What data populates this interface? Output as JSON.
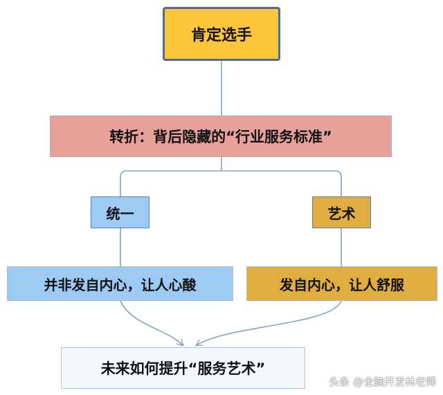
{
  "nodes": {
    "top": "肯定选手",
    "turn": "转折：背后隐藏的“行业服务标准”",
    "unified": "统一",
    "art": "艺术",
    "left": "并非发自内心，让人心酸",
    "right": "发自内心，让人舒服",
    "bottom": "未来如何提升“服务艺术”"
  },
  "watermark": "头条 @全脑开发林老师",
  "colors": {
    "connector": "#7fa3c2",
    "top_fill": "#fcc53c",
    "turn_fill": "#e5a19a",
    "blue_fill": "#9ccaf3",
    "gold_fill": "#e0ad40",
    "bottom_fill": "#f5f9fd"
  }
}
